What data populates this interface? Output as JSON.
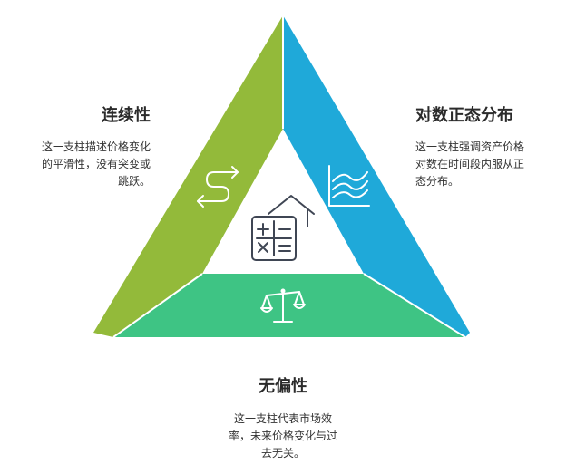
{
  "diagram": {
    "colors": {
      "left_segment": "#93ba3a",
      "right_segment": "#1fa9d9",
      "bottom_segment": "#3ec484",
      "icon_stroke": "#ffffff",
      "center_icon_stroke": "#3f4654",
      "title_text": "#2b2b2b",
      "body_text": "#333333"
    },
    "center_icon": "calculator-house-icon",
    "sections": {
      "left": {
        "title": "连续性",
        "description_lines": [
          "这一支柱描述价格变化",
          "的平滑性，没有突变或",
          "跳跃。"
        ],
        "icon": "swap-arrows-icon"
      },
      "right": {
        "title": "对数正态分布",
        "description_lines": [
          "这一支柱强调资产价格",
          "对数在时间段内服从正",
          "态分布。"
        ],
        "icon": "area-chart-icon"
      },
      "bottom": {
        "title": "无偏性",
        "description_lines": [
          "这一支柱代表市场效",
          "率，未来价格变化与过",
          "去无关。"
        ],
        "icon": "balance-scale-icon"
      }
    }
  }
}
